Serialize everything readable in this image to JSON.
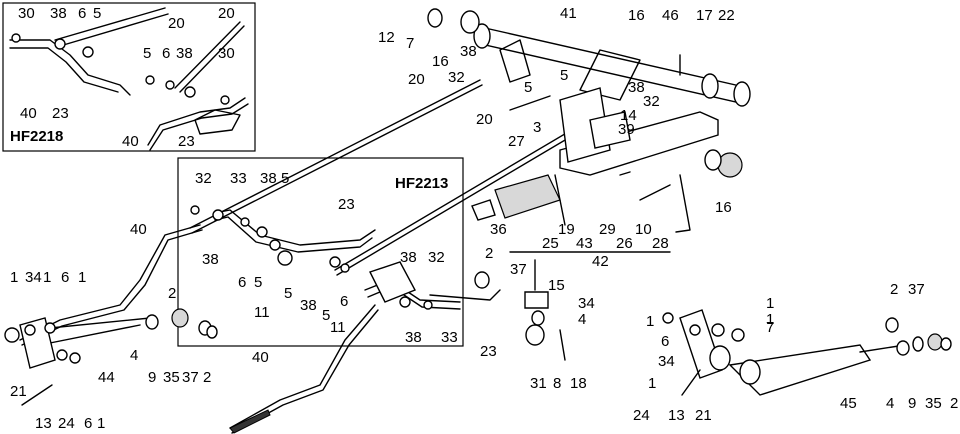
{
  "inset_codes": {
    "top_left": "HF2218",
    "center": "HF2213"
  },
  "callouts": [
    {
      "id": "c30a",
      "text": "30"
    },
    {
      "id": "c38a",
      "text": "38"
    },
    {
      "id": "c6a",
      "text": "6"
    },
    {
      "id": "c5a",
      "text": "5"
    },
    {
      "id": "c20a",
      "text": "20"
    },
    {
      "id": "c20b",
      "text": "20"
    },
    {
      "id": "c5b",
      "text": "5"
    },
    {
      "id": "c6b",
      "text": "6"
    },
    {
      "id": "c38b",
      "text": "38"
    },
    {
      "id": "c30b",
      "text": "30"
    },
    {
      "id": "c40a",
      "text": "40"
    },
    {
      "id": "c23a",
      "text": "23"
    },
    {
      "id": "c40b",
      "text": "40"
    },
    {
      "id": "c23b",
      "text": "23"
    },
    {
      "id": "c12",
      "text": "12"
    },
    {
      "id": "c7a",
      "text": "7"
    },
    {
      "id": "c41",
      "text": "41"
    },
    {
      "id": "c16a",
      "text": "16"
    },
    {
      "id": "c46",
      "text": "46"
    },
    {
      "id": "c17",
      "text": "17"
    },
    {
      "id": "c22",
      "text": "22"
    },
    {
      "id": "c16b",
      "text": "16"
    },
    {
      "id": "c38c",
      "text": "38"
    },
    {
      "id": "c32a",
      "text": "32"
    },
    {
      "id": "c5c",
      "text": "5"
    },
    {
      "id": "c5d",
      "text": "5"
    },
    {
      "id": "c38d",
      "text": "38"
    },
    {
      "id": "c32b",
      "text": "32"
    },
    {
      "id": "c20c",
      "text": "20"
    },
    {
      "id": "c27",
      "text": "27"
    },
    {
      "id": "c3",
      "text": "3"
    },
    {
      "id": "c20d",
      "text": "20"
    },
    {
      "id": "c14",
      "text": "14"
    },
    {
      "id": "c39",
      "text": "39"
    },
    {
      "id": "c16c",
      "text": "16"
    },
    {
      "id": "c32c",
      "text": "32"
    },
    {
      "id": "c33a",
      "text": "33"
    },
    {
      "id": "c38e",
      "text": "38"
    },
    {
      "id": "c5e",
      "text": "5"
    },
    {
      "id": "c23c",
      "text": "23"
    },
    {
      "id": "c40c",
      "text": "40"
    },
    {
      "id": "c38f",
      "text": "38"
    },
    {
      "id": "c6c",
      "text": "6"
    },
    {
      "id": "c5f",
      "text": "5"
    },
    {
      "id": "c11a",
      "text": "11"
    },
    {
      "id": "c36",
      "text": "36"
    },
    {
      "id": "c25",
      "text": "25"
    },
    {
      "id": "c19",
      "text": "19"
    },
    {
      "id": "c43",
      "text": "43"
    },
    {
      "id": "c29",
      "text": "29"
    },
    {
      "id": "c26",
      "text": "26"
    },
    {
      "id": "c10",
      "text": "10"
    },
    {
      "id": "c28",
      "text": "28"
    },
    {
      "id": "c42",
      "text": "42"
    },
    {
      "id": "c2a",
      "text": "2"
    },
    {
      "id": "c37a",
      "text": "37"
    },
    {
      "id": "c15",
      "text": "15"
    },
    {
      "id": "c34a",
      "text": "34"
    },
    {
      "id": "c4a",
      "text": "4"
    },
    {
      "id": "c38g",
      "text": "38"
    },
    {
      "id": "c32d",
      "text": "32"
    },
    {
      "id": "c5g",
      "text": "5"
    },
    {
      "id": "c38h",
      "text": "38"
    },
    {
      "id": "c6d",
      "text": "6"
    },
    {
      "id": "c5h",
      "text": "5"
    },
    {
      "id": "c11b",
      "text": "11"
    },
    {
      "id": "c38i",
      "text": "38"
    },
    {
      "id": "c33b",
      "text": "33"
    },
    {
      "id": "c23d",
      "text": "23"
    },
    {
      "id": "c31",
      "text": "31"
    },
    {
      "id": "c8",
      "text": "8"
    },
    {
      "id": "c18",
      "text": "18"
    },
    {
      "id": "c1a",
      "text": "1"
    },
    {
      "id": "c34b",
      "text": "34"
    },
    {
      "id": "c1b",
      "text": "1"
    },
    {
      "id": "c6e",
      "text": "6"
    },
    {
      "id": "c1c",
      "text": "1"
    },
    {
      "id": "c2b",
      "text": "2"
    },
    {
      "id": "c4b",
      "text": "4"
    },
    {
      "id": "c9a",
      "text": "9"
    },
    {
      "id": "c35a",
      "text": "35"
    },
    {
      "id": "c37b",
      "text": "37"
    },
    {
      "id": "c2c",
      "text": "2"
    },
    {
      "id": "c44",
      "text": "44"
    },
    {
      "id": "c21a",
      "text": "21"
    },
    {
      "id": "c13a",
      "text": "13"
    },
    {
      "id": "c24a",
      "text": "24"
    },
    {
      "id": "c6f",
      "text": "6"
    },
    {
      "id": "c1d",
      "text": "1"
    },
    {
      "id": "c40d",
      "text": "40"
    },
    {
      "id": "c1e",
      "text": "1"
    },
    {
      "id": "c1f",
      "text": "1"
    },
    {
      "id": "c7b",
      "text": "7"
    },
    {
      "id": "c1g",
      "text": "1"
    },
    {
      "id": "c6g",
      "text": "6"
    },
    {
      "id": "c34c",
      "text": "34"
    },
    {
      "id": "c1h",
      "text": "1"
    },
    {
      "id": "c2d",
      "text": "2"
    },
    {
      "id": "c37c",
      "text": "37"
    },
    {
      "id": "c24b",
      "text": "24"
    },
    {
      "id": "c13b",
      "text": "13"
    },
    {
      "id": "c21b",
      "text": "21"
    },
    {
      "id": "c45",
      "text": "45"
    },
    {
      "id": "c4c",
      "text": "4"
    },
    {
      "id": "c9b",
      "text": "9"
    },
    {
      "id": "c35b",
      "text": "35"
    },
    {
      "id": "c2e",
      "text": "2"
    }
  ]
}
